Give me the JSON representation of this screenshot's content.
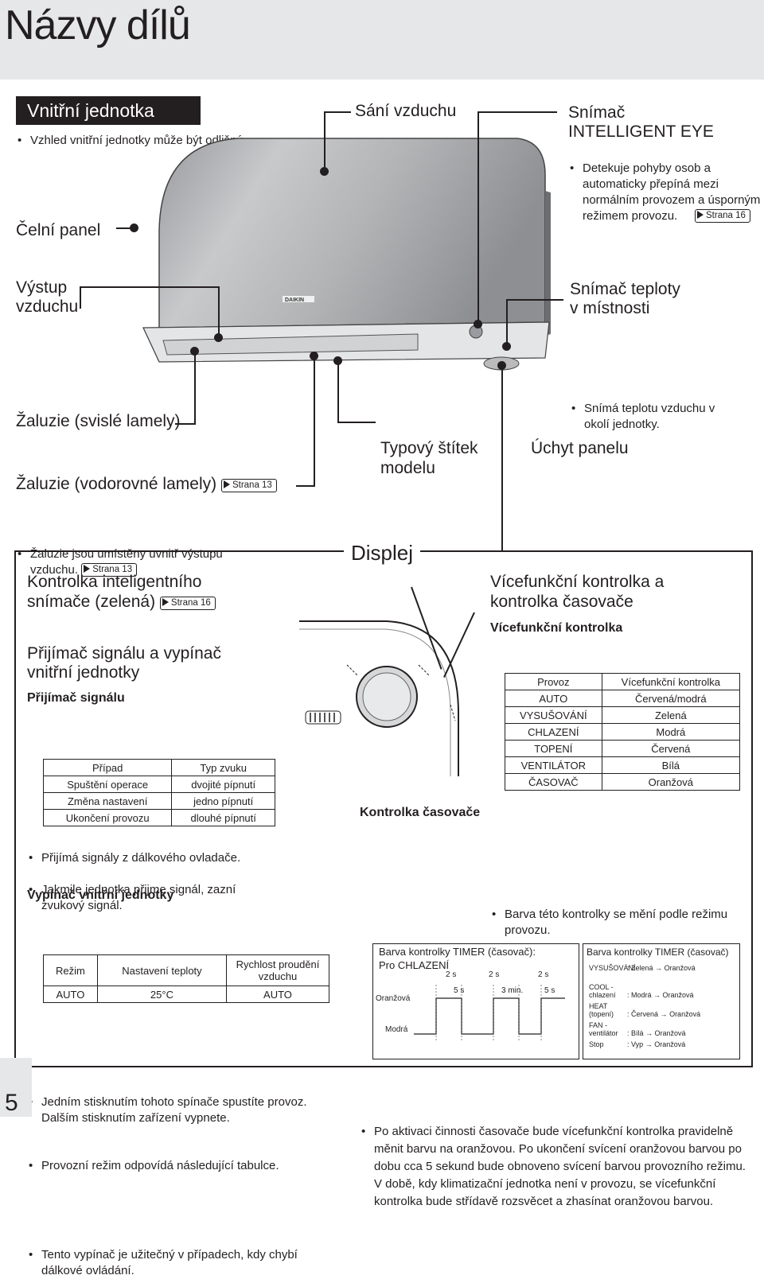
{
  "page_title": "Názvy dílů",
  "page_number": "5",
  "ref_label": "Strana",
  "indoor": {
    "tag": "Vnitřní jednotka",
    "note": "Vzhled vnitřní jednotky může být odlišný."
  },
  "labels": {
    "front_panel": "Čelní panel",
    "air_intake": "Sání vzduchu",
    "eye_title_1": "Snímač",
    "eye_title_2": "INTELLIGENT EYE",
    "eye_desc": "Detekuje pohyby osob a automaticky přepíná mezi normálním provozem a úsporným režimem provozu.",
    "eye_ref": "Strana 16",
    "air_outlet_1": "Výstup",
    "air_outlet_2": "vzduchu",
    "room_temp_1": "Snímač teploty",
    "room_temp_2": "v místnosti",
    "room_temp_desc": "Snímá teplotu vzduchu v okolí jednotky.",
    "louvers_vert": "Žaluzie (svislé lamely)",
    "louvers_vert_desc": "Žaluzie jsou umístěny uvnitř výstupu vzduchu.",
    "louvers_vert_ref": "Strana 13",
    "louvers_horiz": "Žaluzie (vodorovné lamely)",
    "louvers_horiz_ref": "Strana 13",
    "model_plate_1": "Typový štítek",
    "model_plate_2": "modelu",
    "panel_strap": "Úchyt panelu",
    "brand": "DAIKIN"
  },
  "display": {
    "title": "Displej",
    "sensor_lamp_1": "Kontrolka inteligentního",
    "sensor_lamp_2": "snímače (zelená)",
    "sensor_lamp_ref": "Strana 16",
    "receiver_title_1": "Přijímač signálu a vypínač",
    "receiver_title_2": "vnitřní jednotky",
    "receiver_sub": "Přijímač signálu",
    "receiver_b1": "Přijímá signály z dálkového ovladače.",
    "receiver_b2": "Jakmile jednotka přijme signál, zazní zvukový signál.",
    "sound_table": {
      "headers": [
        "Případ",
        "Typ zvuku"
      ],
      "rows": [
        [
          "Spuštění operace",
          "dvojité pípnutí"
        ],
        [
          "Změna nastavení",
          "jedno pípnutí"
        ],
        [
          "Ukončení provozu",
          "dlouhé pípnutí"
        ]
      ]
    },
    "switch_title": "Vypínač vnitřní jednotky",
    "switch_b1": "Jedním stisknutím tohoto spínače spustíte provoz. Dalším stisknutím zařízení vypnete.",
    "switch_b2": "Provozní režim odpovídá následující tabulce.",
    "mode_table": {
      "headers": [
        "Režim",
        "Nastavení teploty",
        "Rychlost proudění vzduchu"
      ],
      "rows": [
        [
          "AUTO",
          "25°C",
          "AUTO"
        ]
      ]
    },
    "switch_b3": "Tento vypínač je užitečný v případech, kdy chybí dálkové ovládání.",
    "multi_title_1": "Vícefunkční kontrolka a",
    "multi_title_2": "kontrolka časovače",
    "multi_sub": "Vícefunkční kontrolka",
    "multi_b1": "Barva této kontrolky se mění podle režimu provozu.",
    "multi_table": {
      "headers": [
        "Provoz",
        "Vícefunkční kontrolka"
      ],
      "rows": [
        [
          "AUTO",
          "Červená/modrá"
        ],
        [
          "VYSUŠOVÁNÍ",
          "Zelená"
        ],
        [
          "CHLAZENÍ",
          "Modrá"
        ],
        [
          "TOPENÍ",
          "Červená"
        ],
        [
          "VENTILÁTOR",
          "Bílá"
        ],
        [
          "ČASOVAČ",
          "Oranžová"
        ]
      ]
    },
    "timer_title": "Kontrolka časovače",
    "timer_b1": "Po aktivaci činnosti časovače bude vícefunkční kontrolka pravidelně měnit barvu na oranžovou. Po ukončení svícení oranžovou barvou po dobu cca 5 sekund bude obnoveno svícení barvou provozního režimu.",
    "timer_b1b": "V době, kdy klimatizační jednotka není v provozu, se vícefunkční kontrolka bude střídavě rozsvěcet a zhasínat oranžovou barvou.",
    "chart1_title_1": "Barva kontrolky TIMER (časovač):",
    "chart1_title_2": "Pro CHLAZENÍ",
    "chart1_orange": "Oranžová",
    "chart1_blue": "Modrá",
    "chart1_2s_a": "2 s",
    "chart1_2s_b": "2 s",
    "chart1_2s_c": "2 s",
    "chart1_5s_a": "5 s",
    "chart1_3min": "3 min.",
    "chart1_5s_b": "5 s",
    "chart2_title": "Barva kontrolky TIMER (časovač)",
    "chart2_rows": [
      [
        "VYSUŠOVÁNÍ",
        "Zelená",
        "Oranžová"
      ],
      [
        "COOL - chlazení",
        "Modrá",
        "Oranžová"
      ],
      [
        "HEAT (topení)",
        "Červená",
        "Oranžová"
      ],
      [
        "FAN - ventilátor",
        "Bílá",
        "Oranžová"
      ],
      [
        "Stop",
        "Vyp",
        "Oranžová"
      ]
    ]
  }
}
